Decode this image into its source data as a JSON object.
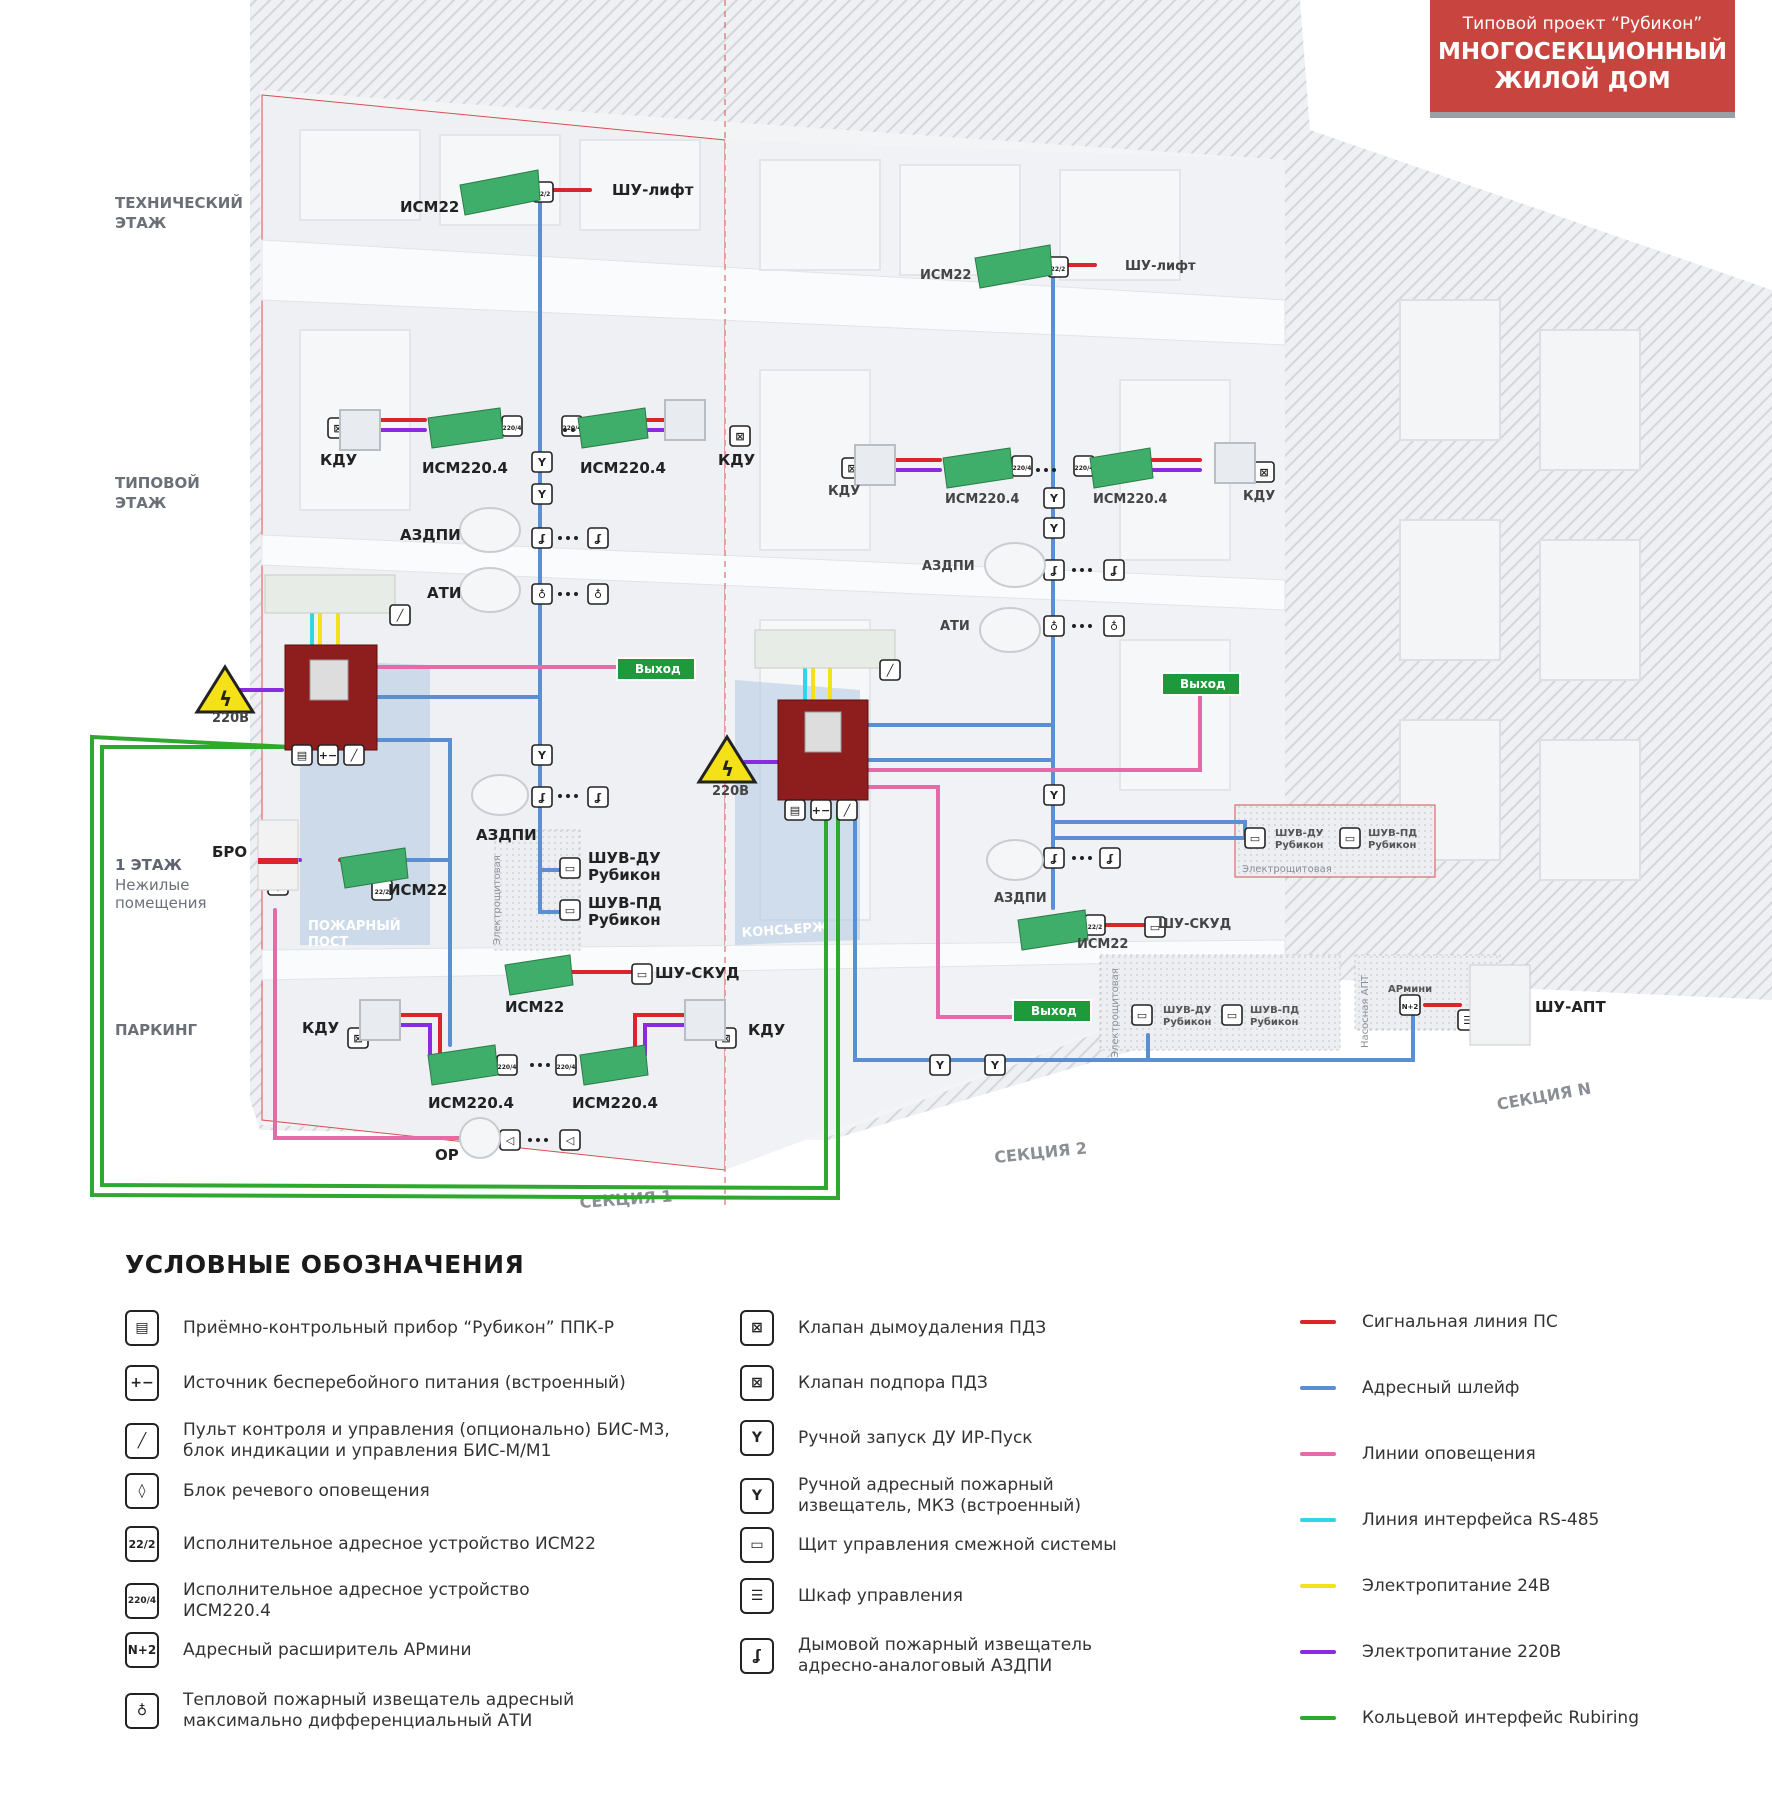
{
  "badge": {
    "line1": "Типовой проект “Рубикон”",
    "line2": "МНОГОСЕКЦИОННЫЙ",
    "line3": "ЖИЛОЙ ДОМ"
  },
  "floors": {
    "tech1": "ТЕХНИЧЕСКИЙ",
    "tech2": "ЭТАЖ",
    "typ1": "ТИПОВОЙ",
    "typ2": "ЭТАЖ",
    "f1a": "1 ЭТАЖ",
    "f1b": "Нежилые",
    "f1c": "помещения",
    "parking": "ПАРКИНГ"
  },
  "rooms": {
    "post1": "ПОЖАРНЫЙ",
    "post2": "ПОСТ",
    "concierge": "КОНСЬЕРЖ"
  },
  "sections": {
    "s1": "СЕКЦИЯ 1",
    "s2": "СЕКЦИЯ 2",
    "sn": "СЕКЦИЯ N"
  },
  "labels": {
    "ism22": "ИСМ22",
    "ism220": "ИСМ220.4",
    "kdu": "КДУ",
    "azdpi": "АЗДПИ",
    "ati": "АТИ",
    "v220": "220В",
    "bro": "БРО",
    "or": "ОР",
    "shu_lift": "ШУ-лифт",
    "shu_skud": "ШУ-СКУД",
    "shu_skud2": "ШУ-СКУД",
    "shuv_du1": "ШУВ-ДУ",
    "shuv_du2": "Рубикон",
    "shuv_pd1": "ШУВ-ПД",
    "shuv_pd2": "Рубикон",
    "exit": "Выход",
    "elshield": "Электрощитовая",
    "nasos": "Насосная АПТ",
    "armini": "АРмини",
    "shu_apt": "ШУ-АПТ",
    "n2": "N+2",
    "i22": "22/2",
    "i2204": "220/4"
  },
  "legend": {
    "title": "УСЛОВНЫЕ ОБОЗНАЧЕНИЯ",
    "col1": [
      {
        "icon": "ppk-icon",
        "text": "Приёмно-контрольный прибор “Рубикон” ППК-Р"
      },
      {
        "icon": "ups-icon",
        "glyph": "+−",
        "text": "Источник бесперебойного питания (встроенный)"
      },
      {
        "icon": "control-panel-icon",
        "text": "Пульт контроля и управления (опционально) БИС-М3, блок индикации и управления БИС-М/М1"
      },
      {
        "icon": "speech-unit-icon",
        "text": "Блок речевого оповещения"
      },
      {
        "icon": "ism22-icon",
        "glyph": "22/2",
        "text": "Исполнительное адресное устройство ИСМ22"
      },
      {
        "icon": "ism220-icon",
        "glyph": "220/4",
        "text": "Исполнительное адресное устройство ИСМ220.4"
      },
      {
        "icon": "expander-icon",
        "glyph": "N+2",
        "text": "Адресный расширитель АРмини"
      },
      {
        "icon": "heat-detector-icon",
        "text": "Тепловой пожарный извещатель адресный максимально дифференциальный АТИ"
      }
    ],
    "col2": [
      {
        "icon": "smoke-valve-icon",
        "text": "Клапан дымоудаления ПДЗ"
      },
      {
        "icon": "pressure-valve-icon",
        "text": "Клапан подпора ПДЗ"
      },
      {
        "icon": "manual-smoke-start-icon",
        "text": "Ручной запуск ДУ ИР-Пуск"
      },
      {
        "icon": "manual-call-point-icon",
        "text": "Ручной адресный пожарный извещатель, МКЗ (встроенный)"
      },
      {
        "icon": "adjacent-panel-icon",
        "text": "Щит управления смежной системы"
      },
      {
        "icon": "control-cabinet-icon",
        "text": "Шкаф управления"
      },
      {
        "icon": "smoke-detector-icon",
        "text": "Дымовой пожарный извещатель адресно-аналоговый АЗДПИ"
      }
    ],
    "lines": [
      {
        "color": "#d9252b",
        "text": "Сигнальная линия ПС"
      },
      {
        "color": "#5b8fd1",
        "text": "Адресный шлейф"
      },
      {
        "color": "#e46aa8",
        "text": "Линии оповещения"
      },
      {
        "color": "#2fd6e6",
        "text": "Линия интерфейса RS-485"
      },
      {
        "color": "#f2e21a",
        "text": "Электропитание 24В"
      },
      {
        "color": "#8a2be2",
        "text": "Электропитание 220В"
      },
      {
        "color": "#2fa82f",
        "text": "Кольцевой интерфейс Rubiring"
      }
    ]
  },
  "colors": {
    "signal": "#d9252b",
    "loop": "#5b8fd1",
    "alarm": "#e46aa8",
    "rs485": "#2fd6e6",
    "p24": "#f2e21a",
    "p220": "#8a2be2",
    "ring": "#2fa82f",
    "exit_green": "#1e9a3c",
    "ppk_red": "#8e1e1e"
  }
}
